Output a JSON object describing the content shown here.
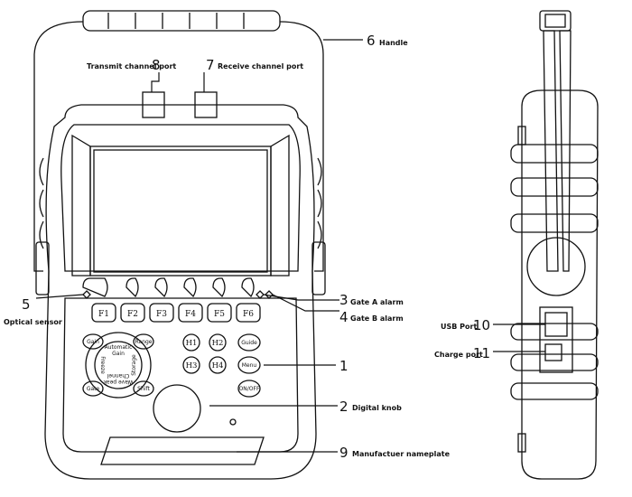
{
  "front_labels": {
    "handle": {
      "num": "6",
      "text": "Handle"
    },
    "transmit": {
      "num": "8",
      "text": "Transmit channel port"
    },
    "receive": {
      "num": "7",
      "text": "Receive channel port"
    },
    "optical": {
      "num": "5",
      "text": "Optical sensor"
    },
    "gate_a": {
      "num": "3",
      "text": "Gate A alarm"
    },
    "gate_b": {
      "num": "4",
      "text": "Gate B alarm"
    },
    "keypad": {
      "num": "1",
      "text": ""
    },
    "knob": {
      "num": "2",
      "text": "Digital knob"
    },
    "nameplate": {
      "num": "9",
      "text": "Manufactuer nameplate"
    }
  },
  "side_labels": {
    "usb": {
      "num": "10",
      "text": "USB Port"
    },
    "charge": {
      "num": "11",
      "text": "Charge port"
    }
  },
  "function_keys": [
    "F1",
    "F2",
    "F3",
    "F4",
    "F5",
    "F6"
  ],
  "hotkeys": [
    "H1",
    "H2",
    "H3",
    "H4"
  ],
  "right_keys": [
    "Guide",
    "Menu",
    "ON/OFF"
  ],
  "dial_keys": {
    "gain": "Gain",
    "automatic": "Automatic",
    "auto_gain": "Gain",
    "range": "Range",
    "left": "Freeze",
    "right": "Storage",
    "bottom1": "Channel",
    "bottom2": "Wave peak",
    "gate": "Gate",
    "shift": "Shift"
  }
}
